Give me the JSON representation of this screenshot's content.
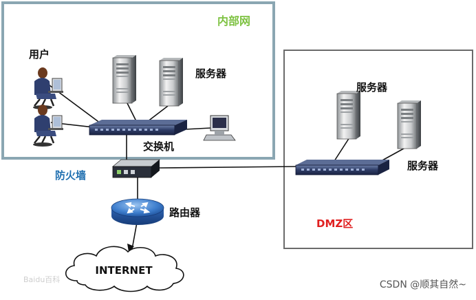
{
  "colors": {
    "internal_title": "#7ec242",
    "dmz_title": "#e02020",
    "firewall_label": "#1f6fb0",
    "frame": "#8aa6b2",
    "dmz_frame": "#6a6a6a",
    "line": "#111111"
  },
  "internal": {
    "title": "内部网",
    "user_label": "用户",
    "server_label": "服务器",
    "switch_label": "交换机"
  },
  "firewall": {
    "label": "防火墙"
  },
  "router": {
    "label": "路由器"
  },
  "internet": {
    "label": "INTERNET"
  },
  "dmz": {
    "title": "DMZ区",
    "server_label_top": "服务器",
    "server_label_right": "服务器"
  },
  "watermark": {
    "text": "Baidu百科"
  },
  "credit": {
    "text": "CSDN @顺其自然~"
  },
  "icons": [
    "user-icon",
    "server-icon",
    "switch-icon",
    "computer-icon",
    "firewall-icon",
    "router-icon",
    "cloud-icon"
  ]
}
